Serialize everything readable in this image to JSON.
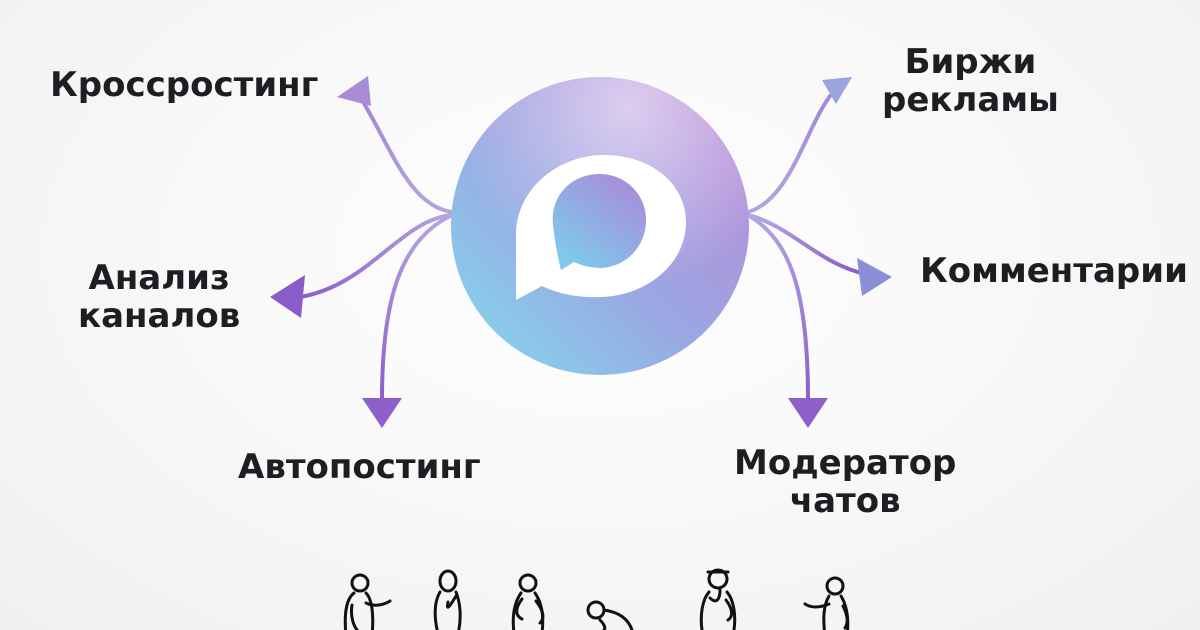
{
  "colors": {
    "arrow_light": "#b39be0",
    "arrow_dark": "#8a5cc8",
    "logo_blue": "#8ecdea",
    "logo_purple": "#b08ad8",
    "label_text": "#1e1e22"
  },
  "center": {
    "icon": "speech-bubble-logo-icon"
  },
  "labels": {
    "crossposting": "Кроссростинг",
    "analysis": [
      "Анализ",
      "каналов"
    ],
    "autoposting": "Автопостинг",
    "ad_exchanges": [
      "Биржи",
      "рекламы"
    ],
    "comments": "Комментарии",
    "moderator": [
      "Модератор",
      "чатов"
    ]
  },
  "people": [
    "person-pointing-icon",
    "person-thinking-icon",
    "person-hand-on-chin-icon",
    "person-bowing-icon",
    "person-facepalm-icon",
    "person-gesturing-icon"
  ]
}
